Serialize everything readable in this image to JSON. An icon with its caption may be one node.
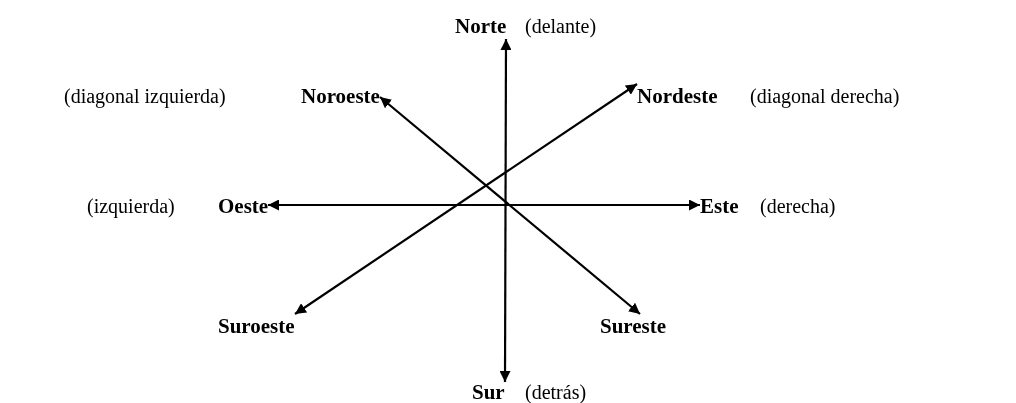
{
  "diagram": {
    "nodes": [
      {
        "text": [
          "Norte"
        ],
        "beside": [
          "(delante)"
        ]
      },
      {
        "text": [
          "Noroeste"
        ],
        "beside": [
          "(diagonal izquierda)"
        ]
      },
      {
        "text": [
          "Nordeste"
        ],
        "beside": [
          "(diagonal derecha)"
        ]
      },
      {
        "text": [
          "Oeste"
        ],
        "beside": [
          "(izquierda)"
        ]
      },
      {
        "text": [
          "Este"
        ],
        "beside": [
          "(derecha)"
        ]
      },
      {
        "text": [
          "Suroeste"
        ]
      },
      {
        "text": [
          "Sureste"
        ]
      },
      {
        "text": [
          "Sur"
        ],
        "beside": [
          "(detrás)"
        ]
      }
    ],
    "edges": [
      {
        "from": 0,
        "to": 7,
        "arrow": "both"
      },
      {
        "from": 1,
        "to": 6,
        "arrow": "both"
      },
      {
        "from": 2,
        "to": 5,
        "arrow": "both"
      },
      {
        "from": 3,
        "to": 4,
        "arrow": "both"
      }
    ]
  }
}
